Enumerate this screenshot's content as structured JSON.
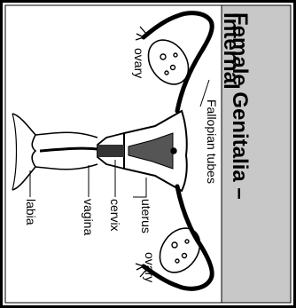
{
  "title_line1": "Female Genitalia –",
  "title_line2": "Internal",
  "labels": {
    "ovary_top": "ovary",
    "fallopian_tubes": "Fallopian tubes",
    "uterus": "uterus",
    "cervix": "cervix",
    "vagina": "vagina",
    "labia": "labia",
    "ovary_bottom": "ovary"
  },
  "colors": {
    "header_band": "#c8c8c8",
    "ink": "#000000"
  }
}
